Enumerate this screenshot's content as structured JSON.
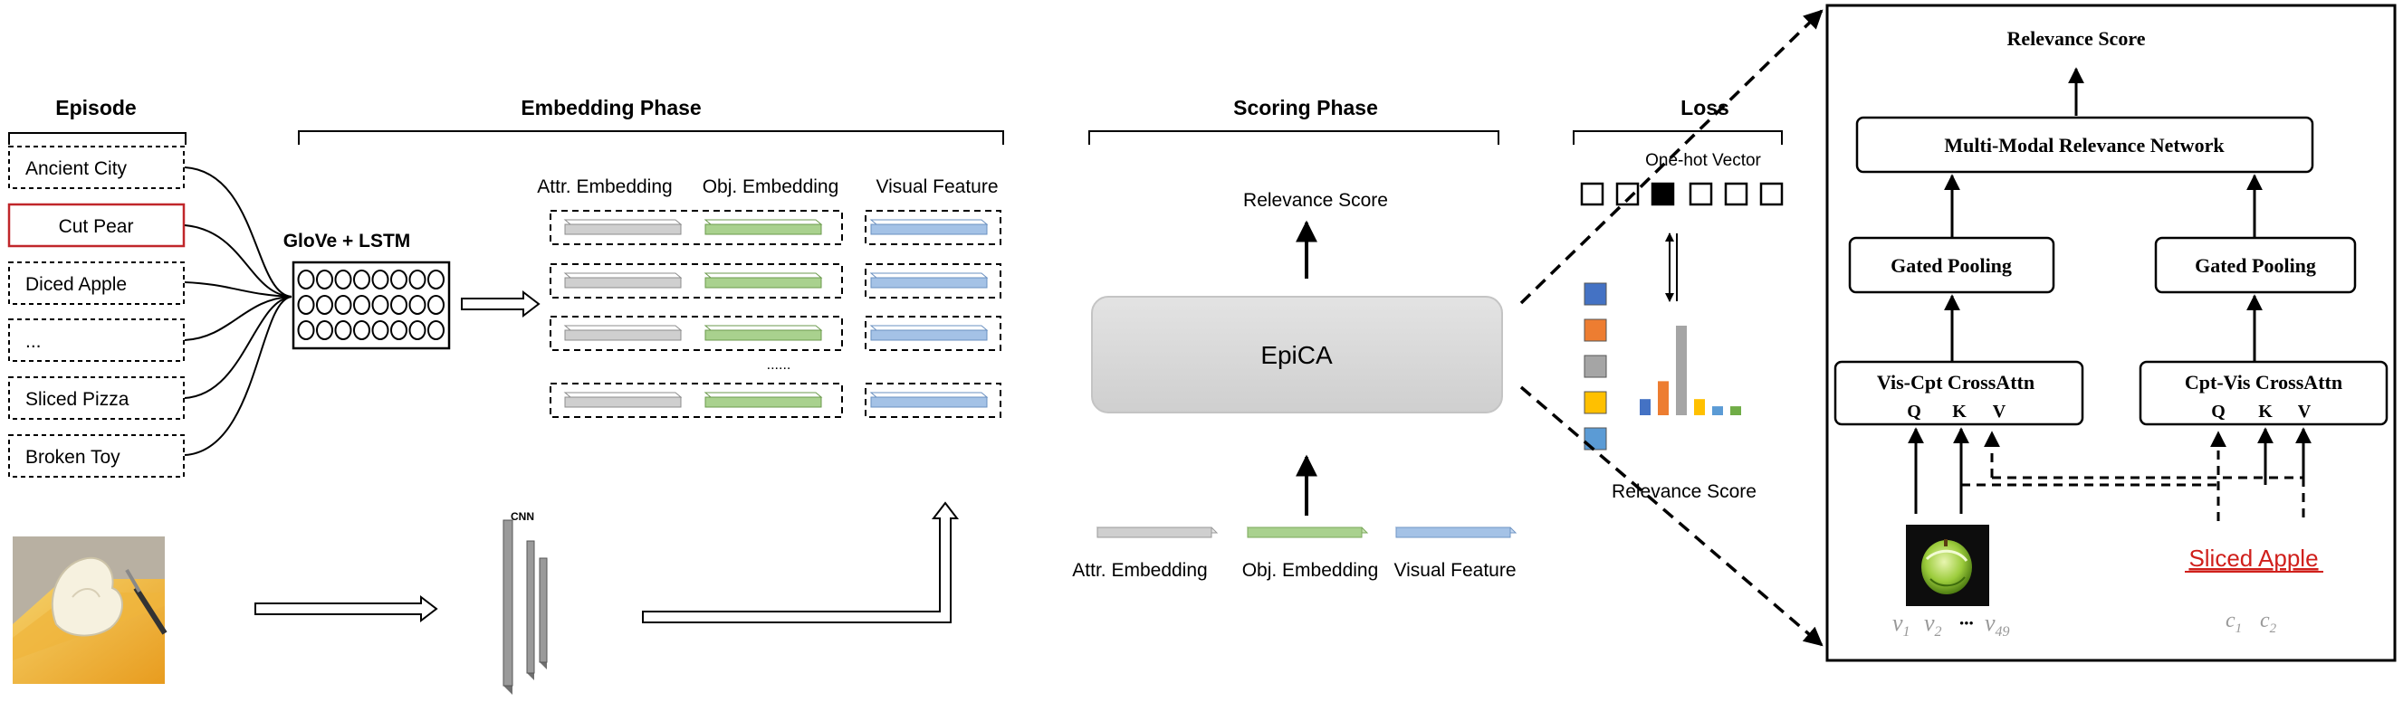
{
  "sections": {
    "episode": "Episode",
    "embedding_phase": "Embedding Phase",
    "scoring_phase": "Scoring Phase",
    "loss": "Loss"
  },
  "episode_items": [
    "Ancient City",
    "Cut Pear",
    "Diced Apple",
    "...",
    "Sliced Pizza",
    "Broken Toy"
  ],
  "selected_item": "Cut Pear",
  "encoder_label": "GloVe + LSTM",
  "cnn_label": "CNN",
  "embedding_headers": {
    "attr": "Attr. Embedding",
    "obj": "Obj. Embedding",
    "visual": "Visual Feature"
  },
  "rows_ellipsis": "......",
  "scoring": {
    "output": "Relevance Score",
    "model": "EpiCA",
    "inputs": [
      "Attr. Embedding",
      "Obj. Embedding",
      "Visual Feature"
    ]
  },
  "loss": {
    "vector_label": "One-hot Vector",
    "bars_label": "Relevance Score"
  },
  "detail": {
    "output": "Relevance Score",
    "network": "Multi-Modal Relevance Network",
    "left_pool": "Gated Pooling",
    "right_pool": "Gated Pooling",
    "left_attn": "Vis-Cpt CrossAttn",
    "right_attn": "Cpt-Vis CrossAttn",
    "qkv": [
      "Q",
      "K",
      "V"
    ],
    "concept": "Sliced Apple",
    "visual_tokens": {
      "v1": "v",
      "v1_sub": "1",
      "v2": "v",
      "v2_sub": "2",
      "dots": "•••",
      "vn": "v",
      "vn_sub": "49"
    },
    "concept_tokens": {
      "c1": "c",
      "c1_sub": "1",
      "c2": "c",
      "c2_sub": "2"
    }
  },
  "colors": {
    "selected_border": "#c0262a",
    "concept_text": "#d0201c",
    "attr_bar": "#cfcfcf",
    "obj_bar": "#a9d18e",
    "visual_bar": "#a4c2e6",
    "epica_fill": "#d9d9d9",
    "legend": [
      "#4472c4",
      "#ed7d31",
      "#a5a5a5",
      "#ffc000",
      "#5b9bd5"
    ],
    "bars": [
      "#4472c4",
      "#ed7d31",
      "#a5a5a5",
      "#ffc000",
      "#5b9bd5",
      "#70ad47"
    ]
  },
  "chart_data": {
    "type": "bar",
    "values": [
      18,
      38,
      100,
      18,
      10,
      10
    ]
  }
}
